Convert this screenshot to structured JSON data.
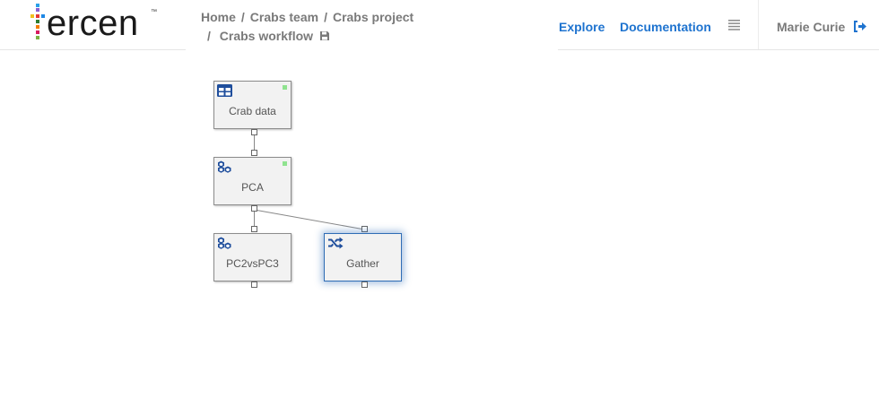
{
  "brand": {
    "name": "ercen",
    "tm": "™"
  },
  "breadcrumb": {
    "items": [
      "Home",
      "Crabs team",
      "Crabs project"
    ],
    "separator": "/",
    "current": "Crabs workflow"
  },
  "nav": {
    "explore": "Explore",
    "documentation": "Documentation"
  },
  "user": {
    "name": "Marie Curie"
  },
  "workflow": {
    "nodes": [
      {
        "label": "Crab data",
        "icon": "table-icon",
        "status": "done"
      },
      {
        "label": "PCA",
        "icon": "cubes-icon",
        "status": "done"
      },
      {
        "label": "PC2vsPC3",
        "icon": "cubes-icon",
        "status": ""
      },
      {
        "label": "Gather",
        "icon": "shuffle-icon",
        "status": "",
        "selected": true
      }
    ]
  },
  "colors": {
    "accent": "#1e73cf",
    "icon": "#1f4e9c",
    "status_done": "#8fe38f",
    "selected": "#2f6db5"
  }
}
